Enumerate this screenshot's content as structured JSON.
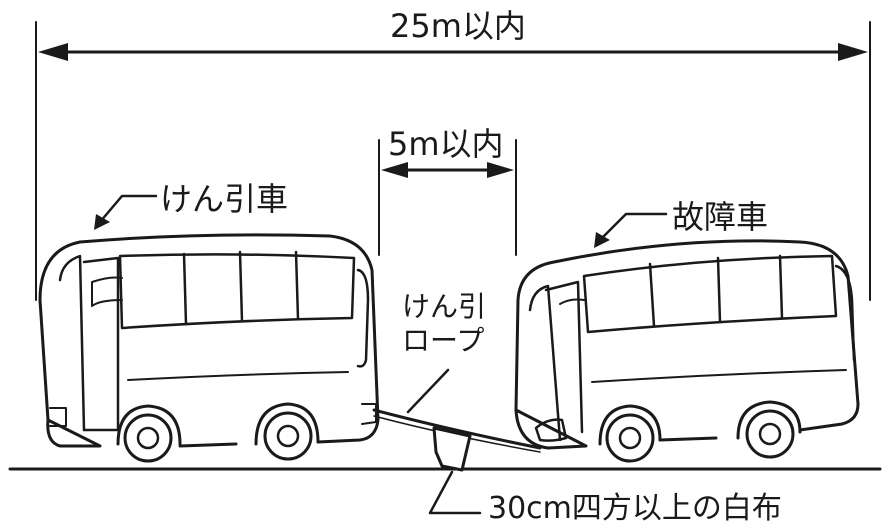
{
  "labels": {
    "total_distance": "25m以内",
    "rope_gap": "5m以内",
    "tow_vehicle": "けん引車",
    "broken_vehicle": "故障車",
    "tow_rope_line1": "けん引",
    "tow_rope_line2": "ロープ",
    "white_cloth": "30cm四方以上の白布"
  },
  "colors": {
    "line": "#1a1a1a",
    "background": "#ffffff"
  }
}
